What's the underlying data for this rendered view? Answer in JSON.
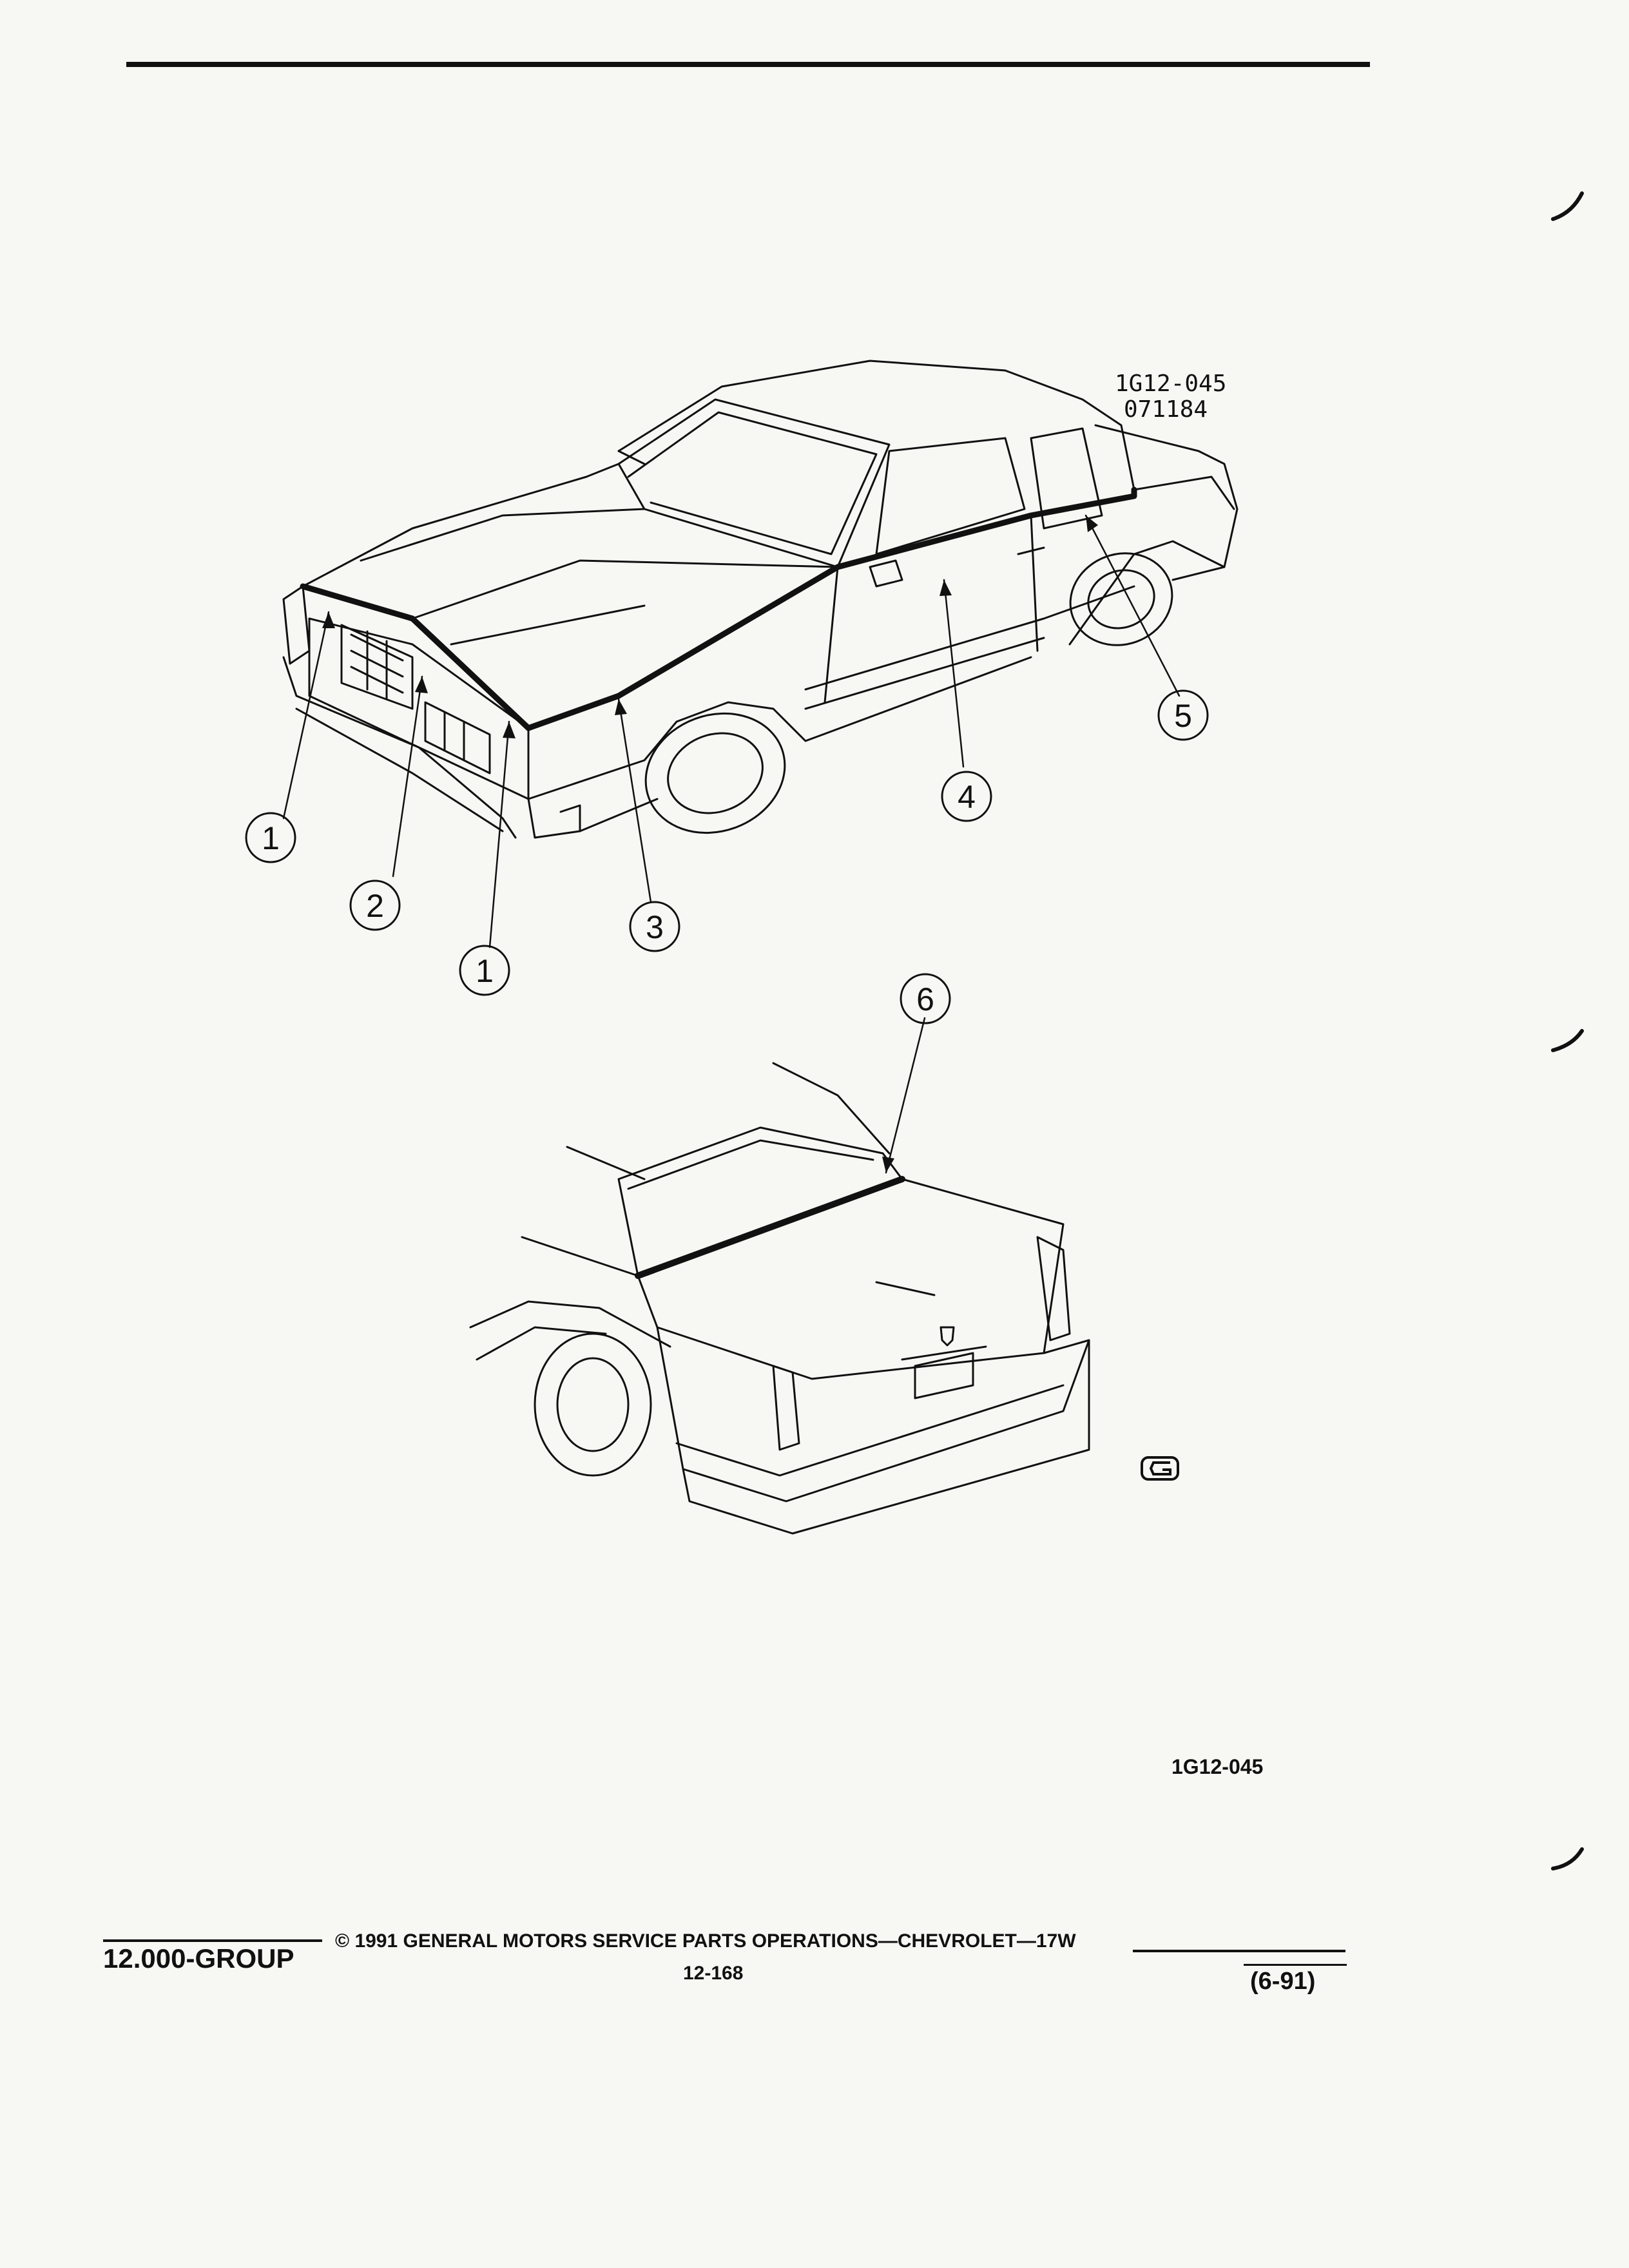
{
  "figure": {
    "code_top": "1G12-045",
    "date_top": "071184",
    "code_bottom": "1G12-045"
  },
  "callouts": [
    {
      "id": "c1a",
      "label": "1"
    },
    {
      "id": "c2",
      "label": "2"
    },
    {
      "id": "c1b",
      "label": "1"
    },
    {
      "id": "c3",
      "label": "3"
    },
    {
      "id": "c4",
      "label": "4"
    },
    {
      "id": "c5",
      "label": "5"
    },
    {
      "id": "c6",
      "label": "6"
    }
  ],
  "footer": {
    "group": "12.000-GROUP",
    "copyright": "© 1991 GENERAL MOTORS SERVICE PARTS OPERATIONS—CHEVROLET—17W",
    "page": "12-168",
    "date": "(6-91)"
  },
  "colors": {
    "ink": "#111111",
    "paper": "#f7f7f4"
  }
}
